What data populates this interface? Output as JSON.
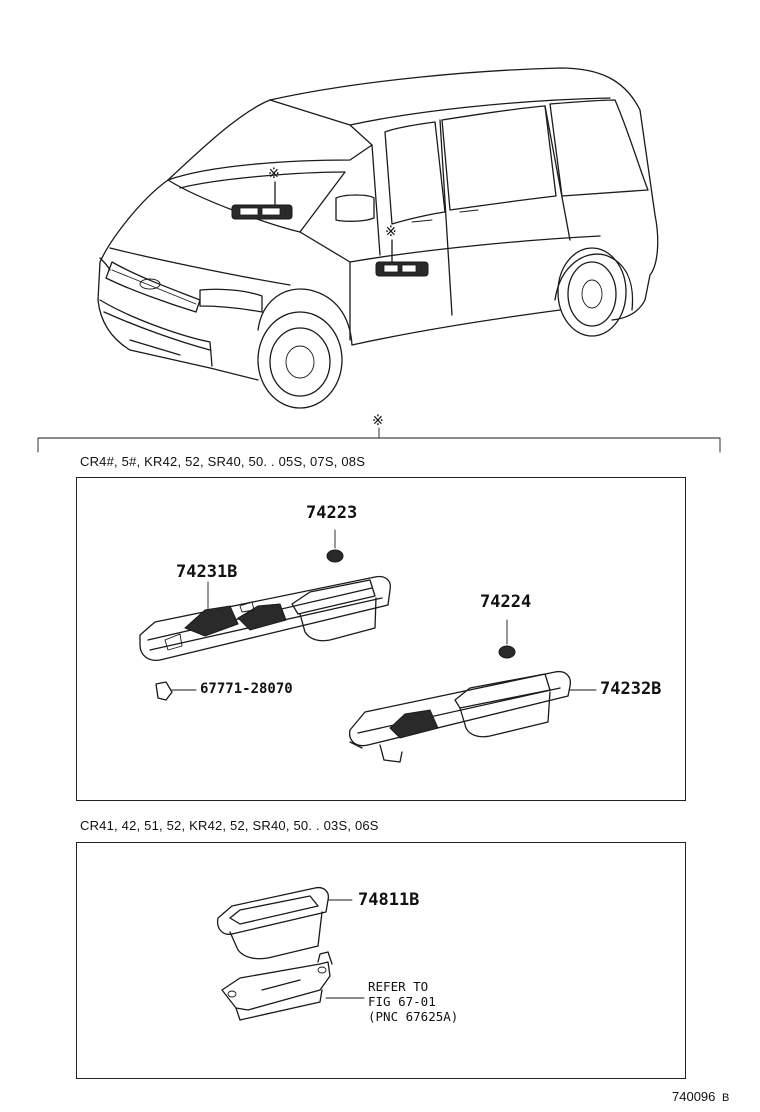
{
  "diagram": {
    "ref_mark": "※",
    "section1": {
      "caption": "CR4#, 5#, KR42, 52, SR40, 50. . 05S, 07S, 08S",
      "parts": {
        "p1": "74223",
        "p2": "74231B",
        "p3": "74224",
        "p4": "67771-28070",
        "p5": "74232B"
      }
    },
    "section2": {
      "caption": "CR41, 42, 51, 52, KR42, 52, SR40, 50. . 03S, 06S",
      "parts": {
        "p1": "74811B"
      },
      "refer": {
        "line1": "REFER TO",
        "line2": "FIG 67-01",
        "line3": "(PNC 67625A)"
      }
    },
    "footer_code": "740096",
    "footer_suffix": "B"
  }
}
